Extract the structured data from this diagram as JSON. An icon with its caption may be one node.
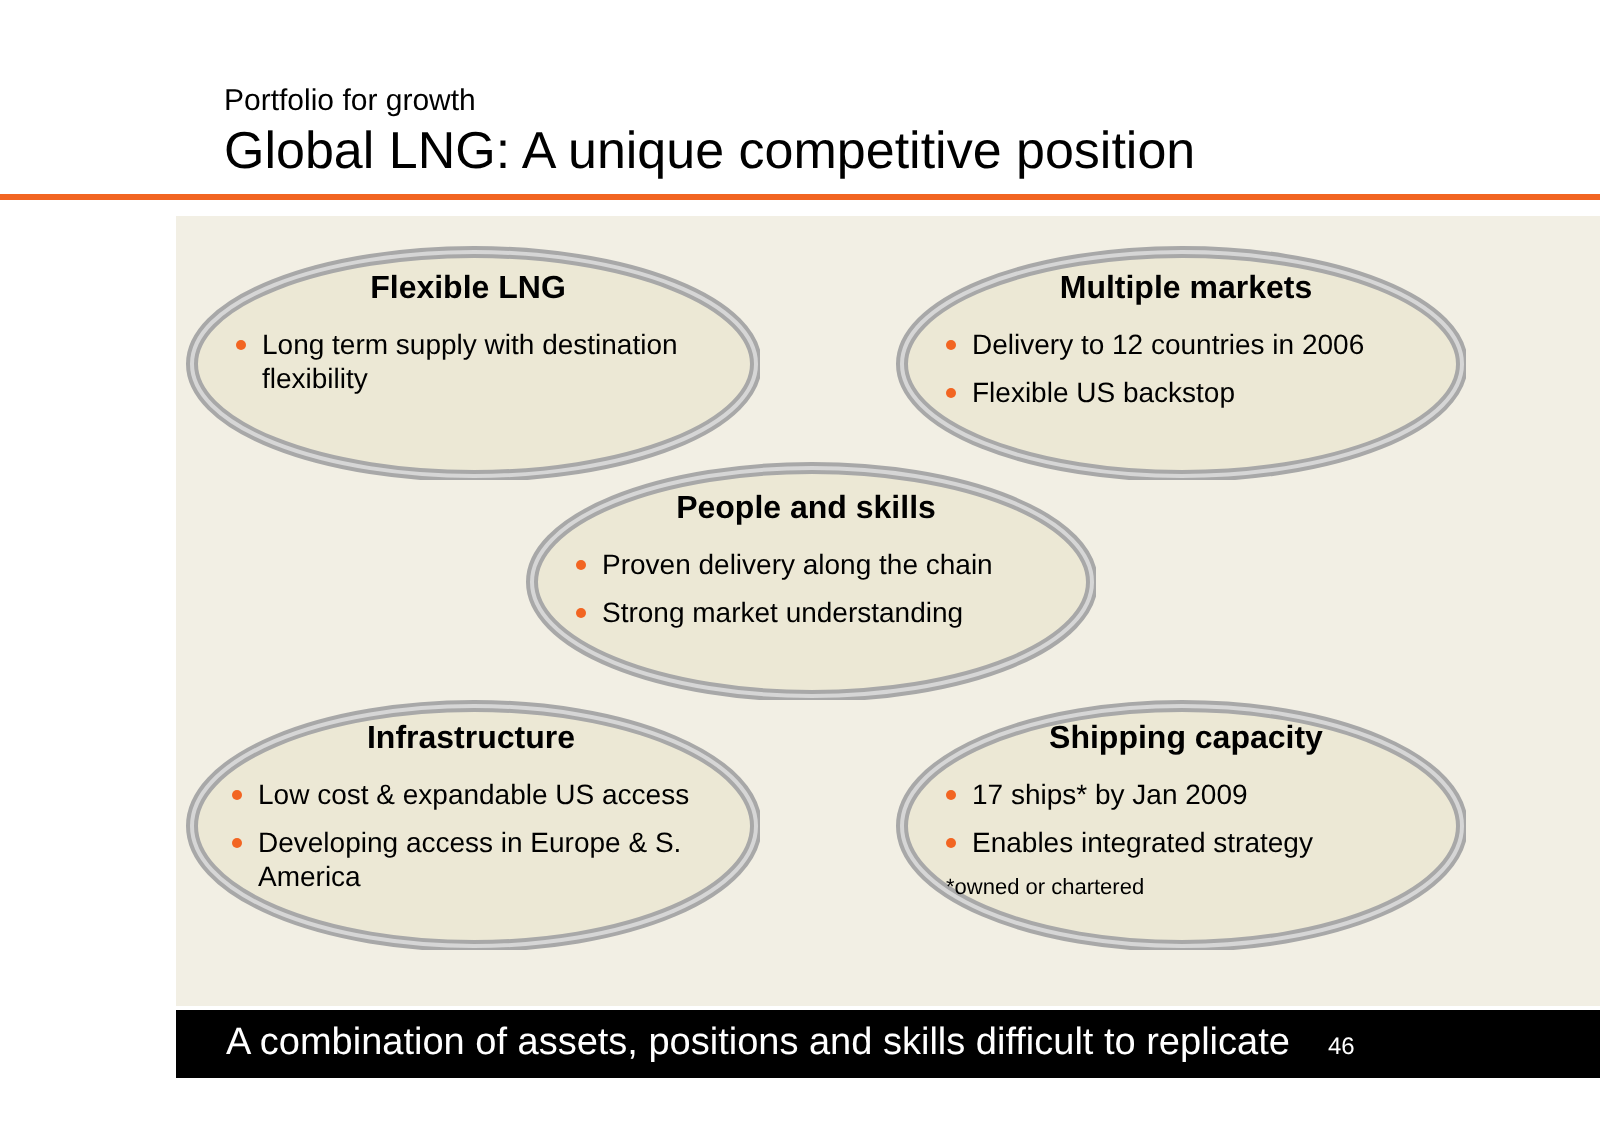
{
  "diagram": {
    "title": "Global LNG: A unique competitive position",
    "caption": "A combination of assets, positions and skills difficult to replicate",
    "nodes": [
      {
        "text": [
          "Flexible LNG",
          "Long term supply with destination flexibility"
        ]
      },
      {
        "text": [
          "Multiple markets",
          "Delivery to 12 countries in 2006",
          "Flexible US backstop"
        ]
      },
      {
        "text": [
          "People and skills",
          "Proven delivery along the chain",
          "Strong market understanding"
        ]
      },
      {
        "text": [
          "Infrastructure",
          "Low cost & expandable US access",
          "Developing access in Europe & S. America"
        ]
      },
      {
        "text": [
          "Shipping capacity",
          "17 ships* by Jan 2009",
          "Enables integrated strategy",
          "*owned or chartered"
        ]
      }
    ],
    "labels": [
      "Portfolio for growth",
      "46"
    ]
  }
}
